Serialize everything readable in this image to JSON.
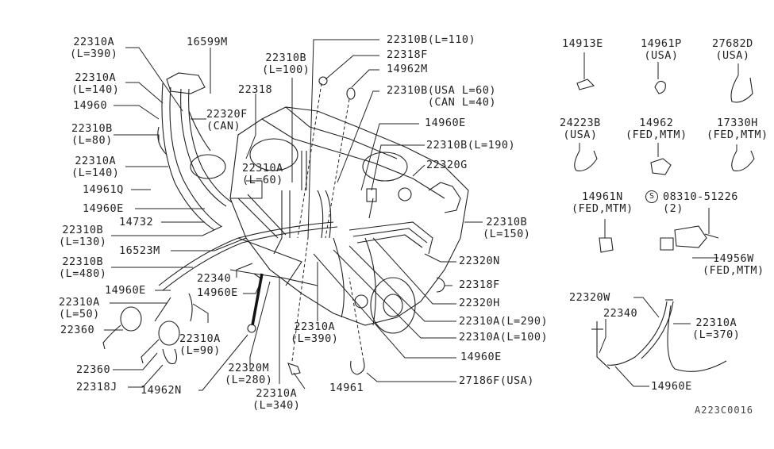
{
  "diagram": {
    "title": "Engine vacuum hose & piping parts diagram",
    "reference_code": "A223C0016",
    "main_labels": [
      {
        "id": "l1",
        "text": "22310A\n(L=390)"
      },
      {
        "id": "l2",
        "text": "16599M"
      },
      {
        "id": "l3",
        "text": "22310A\n(L=140)"
      },
      {
        "id": "l4",
        "text": "14960"
      },
      {
        "id": "l5",
        "text": "22310B\n(L=80)"
      },
      {
        "id": "l6",
        "text": "22310A\n(L=140)"
      },
      {
        "id": "l7",
        "text": "14961Q"
      },
      {
        "id": "l8",
        "text": "14960E"
      },
      {
        "id": "l9",
        "text": "14732"
      },
      {
        "id": "l10",
        "text": "22310B\n(L=130)"
      },
      {
        "id": "l11",
        "text": "16523M"
      },
      {
        "id": "l12",
        "text": "22310B\n(L=480)"
      },
      {
        "id": "l13",
        "text": "14960E"
      },
      {
        "id": "l14",
        "text": "22310A\n(L=50)"
      },
      {
        "id": "l15",
        "text": "22360"
      },
      {
        "id": "l16",
        "text": "22360"
      },
      {
        "id": "l17",
        "text": "22318J"
      },
      {
        "id": "l18",
        "text": "14962N"
      },
      {
        "id": "l19",
        "text": "22310A\n(L=90)"
      },
      {
        "id": "l20",
        "text": "22340"
      },
      {
        "id": "l21",
        "text": "14960E"
      },
      {
        "id": "l22",
        "text": "22320M\n(L=280)"
      },
      {
        "id": "l23",
        "text": "22310A\n(L=340)"
      },
      {
        "id": "l24",
        "text": "22310A\n(L=390)"
      },
      {
        "id": "l25",
        "text": "14961"
      },
      {
        "id": "l26",
        "text": "22318"
      },
      {
        "id": "l27",
        "text": "22320F\n(CAN)"
      },
      {
        "id": "l28",
        "text": "22310B\n(L=100)"
      },
      {
        "id": "l29",
        "text": "22310A\n(L=60)"
      },
      {
        "id": "l30",
        "text": "22310B(L=110)"
      },
      {
        "id": "l31",
        "text": "22318F"
      },
      {
        "id": "l32",
        "text": "14962M"
      },
      {
        "id": "l33",
        "text": "22310B(USA L=60)\n      (CAN L=40)"
      },
      {
        "id": "l34",
        "text": "14960E"
      },
      {
        "id": "l35",
        "text": "22310B(L=190)"
      },
      {
        "id": "l36",
        "text": "22320G"
      },
      {
        "id": "l37",
        "text": "22310B\n(L=150)"
      },
      {
        "id": "l38",
        "text": "22320N"
      },
      {
        "id": "l39",
        "text": "22318F"
      },
      {
        "id": "l40",
        "text": "22320H"
      },
      {
        "id": "l41",
        "text": "22310A(L=290)"
      },
      {
        "id": "l42",
        "text": "22310A(L=100)"
      },
      {
        "id": "l43",
        "text": "14960E"
      },
      {
        "id": "l44",
        "text": "27186F(USA)"
      }
    ],
    "side_parts": [
      {
        "id": "s1",
        "text": "14913E"
      },
      {
        "id": "s2",
        "text": "14961P\n(USA)"
      },
      {
        "id": "s3",
        "text": "27682D\n(USA)"
      },
      {
        "id": "s4",
        "text": "24223B\n(USA)"
      },
      {
        "id": "s5",
        "text": "14962\n(FED,MTM)"
      },
      {
        "id": "s6",
        "text": "17330H\n(FED,MTM)"
      },
      {
        "id": "s7",
        "text": "14961N\n(FED,MTM)"
      },
      {
        "id": "s8",
        "text": "08310-51226\n(2)"
      },
      {
        "id": "s9",
        "text": "14956W\n(FED,MTM)"
      },
      {
        "id": "s10",
        "text": "22320W"
      },
      {
        "id": "s11",
        "text": "22340"
      },
      {
        "id": "s12",
        "text": "22310A\n(L=370)"
      },
      {
        "id": "s13",
        "text": "14960E"
      }
    ],
    "bolt_symbol": "S"
  }
}
